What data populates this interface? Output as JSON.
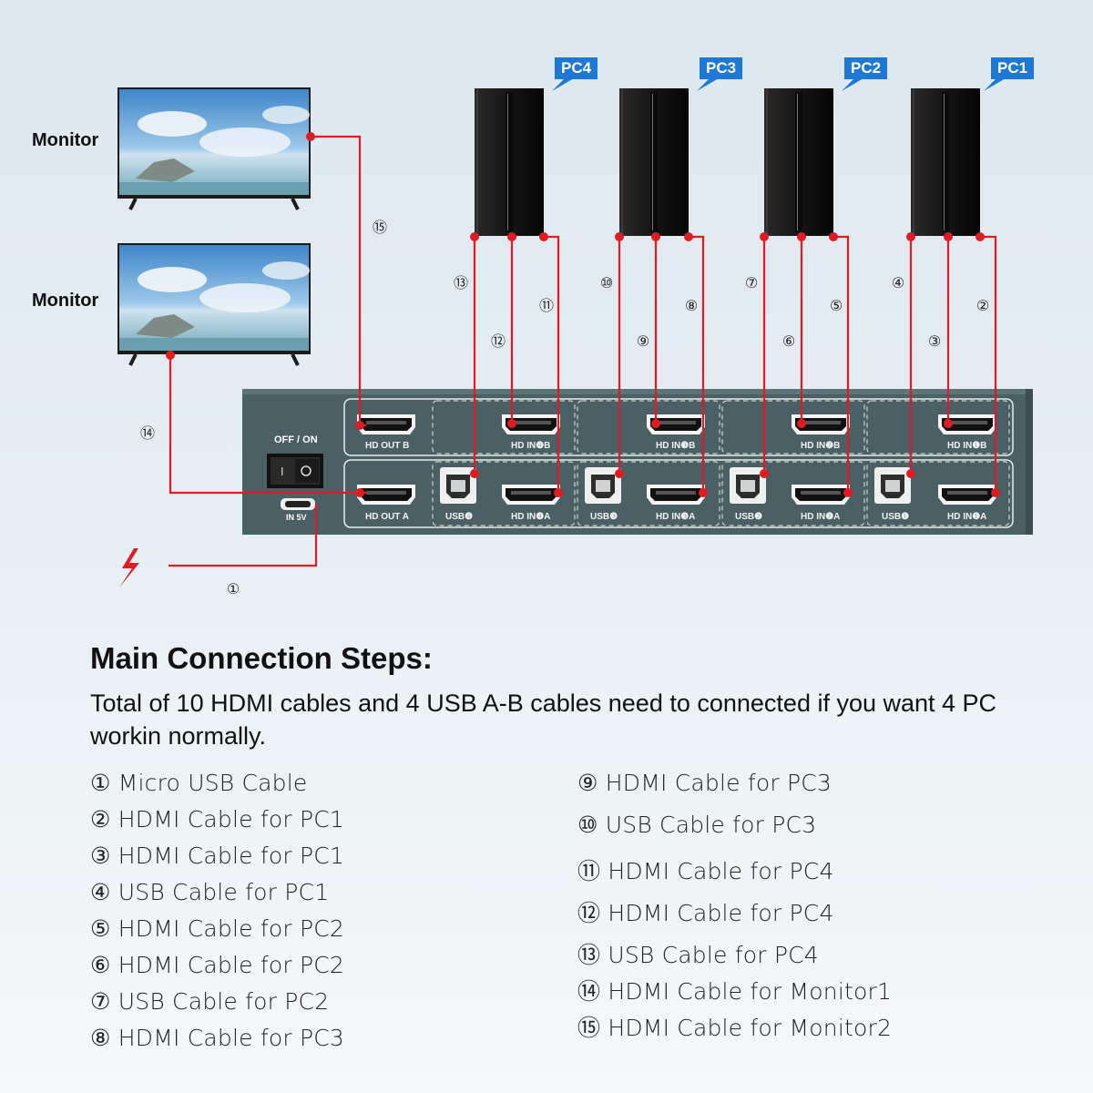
{
  "monitors": [
    {
      "label": "Monitor"
    },
    {
      "label": "Monitor"
    }
  ],
  "pcs": [
    {
      "tag": "PC4"
    },
    {
      "tag": "PC3"
    },
    {
      "tag": "PC2"
    },
    {
      "tag": "PC1"
    }
  ],
  "cable_numbers": [
    "①",
    "②",
    "③",
    "④",
    "⑤",
    "⑥",
    "⑦",
    "⑧",
    "⑨",
    "⑩",
    "⑪",
    "⑫",
    "⑬",
    "⑭",
    "⑮"
  ],
  "switch": {
    "power_label": "OFF / ON",
    "power_in_label": "IN 5V",
    "ports": {
      "hd_out_b": "HD OUT B",
      "hd_out_a": "HD OUT A",
      "hd_in_4b": "HD IN❹B",
      "hd_in_3b": "HD IN❸B",
      "hd_in_2b": "HD IN❷B",
      "hd_in_1b": "HD IN❶B",
      "usb4": "USB❹",
      "hd_in_4a": "HD IN❹A",
      "usb3": "USB❸",
      "hd_in_3a": "HD IN❸A",
      "usb2": "USB❷",
      "hd_in_2a": "HD IN❷A",
      "usb1": "USB❶",
      "hd_in_1a": "HD IN❶A"
    }
  },
  "colors": {
    "cable": "#e01b24",
    "switch_body": "#4a6064",
    "pc_tag": "#1e78d6",
    "power_bolt": "#e01b24"
  },
  "icons": {
    "power": "lightning-bolt-icon",
    "hdmi": "hdmi-port-icon",
    "usb_b": "usb-b-port-icon"
  },
  "steps": {
    "title": "Main Connection Steps:",
    "intro": "Total of 10 HDMI cables and 4 USB A-B cables need to connected if you want 4 PC workin normally.",
    "left": [
      "① Micro USB Cable",
      "② HDMI Cable for PC1",
      "③ HDMI Cable for PC1",
      "④ USB Cable for PC1",
      "⑤ HDMI Cable for PC2",
      "⑥ HDMI Cable for PC2",
      "⑦ USB Cable for PC2",
      "⑧ HDMI Cable for PC3"
    ],
    "right": [
      "⑨ HDMI Cable for PC3",
      "⑩ USB Cable for PC3",
      "⑪ HDMI Cable for PC4",
      "⑫ HDMI Cable for PC4",
      "⑬ USB Cable for PC4",
      "⑭ HDMI Cable for  Monitor1",
      "⑮ HDMI Cable for  Monitor2"
    ]
  }
}
